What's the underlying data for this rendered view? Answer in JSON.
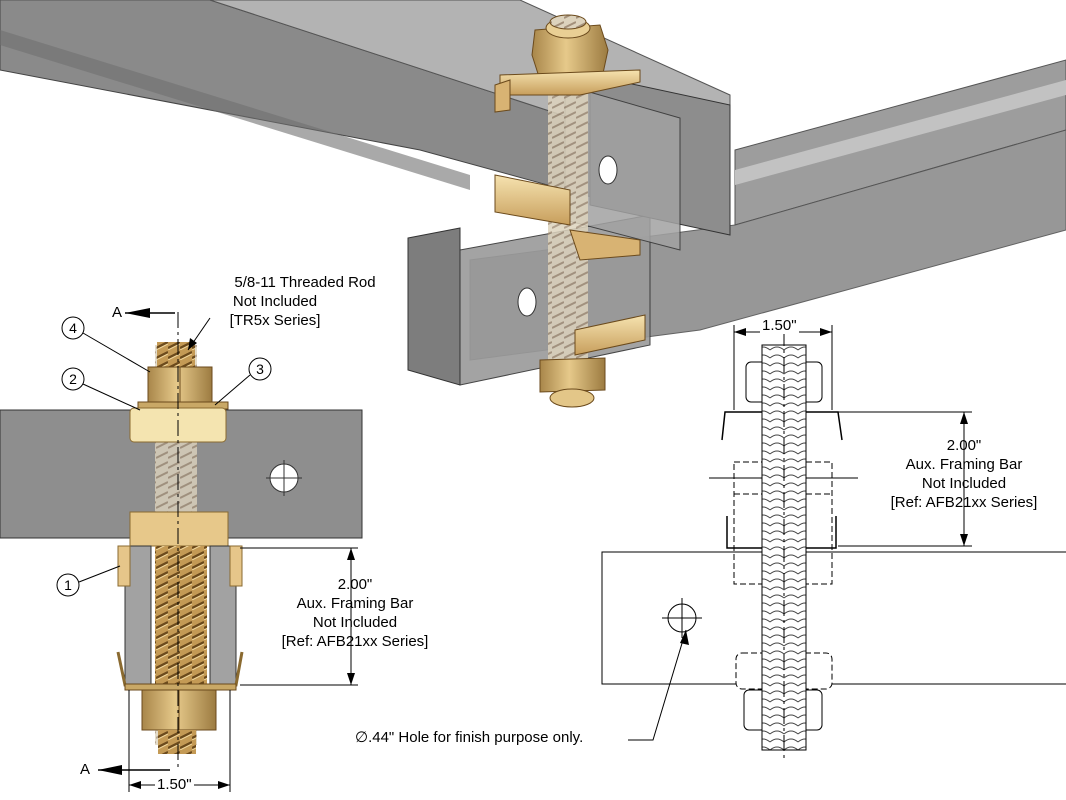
{
  "notes": {
    "rod_line1": "5/8-11 Threaded Rod",
    "rod_line2": "Not Included",
    "rod_line3": "[TR5x Series]",
    "aux_left_dim": "2.00\"",
    "aux_left_line1": "Aux. Framing Bar",
    "aux_left_line2": "Not Included",
    "aux_left_line3": "[Ref: AFB21xx Series]",
    "aux_right_dim": "2.00\"",
    "aux_right_line1": "Aux. Framing Bar",
    "aux_right_line2": "Not Included",
    "aux_right_line3": "[Ref: AFB21xx Series]",
    "width_left": "1.50\"",
    "width_right": "1.50\"",
    "hole_note": "∅.44\" Hole for finish purpose only."
  },
  "section_marks": {
    "top": "A",
    "bottom": "A"
  },
  "balloons": [
    "1",
    "2",
    "3",
    "4"
  ],
  "colors": {
    "bar_gray": "#8c8c8c",
    "bar_light": "#b5b5b5",
    "bar_dark": "#6e6e6e",
    "brass": "#d9b673",
    "brass_dark": "#a8864a",
    "brass_light": "#f3e0a8"
  }
}
